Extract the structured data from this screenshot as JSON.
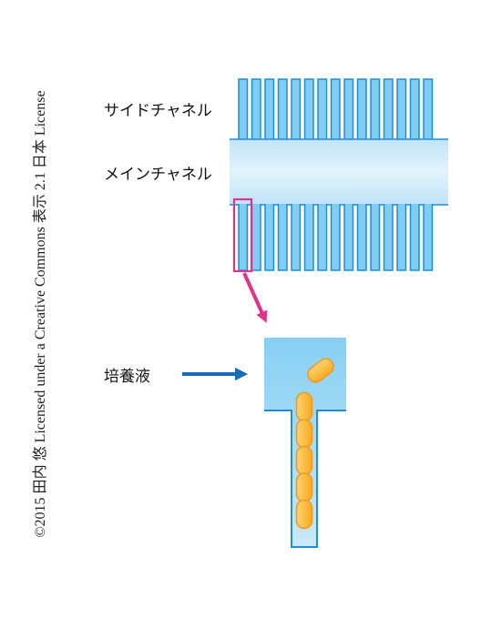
{
  "labels": {
    "side_channel": "サイドチャネル",
    "main_channel": "メインチャネル",
    "culture_medium": "培養液"
  },
  "credit": "©2015 田内 悠 Licensed under a Creative Commons 表示 2.1 日本 License",
  "colors": {
    "channel_fill": "#7fcdf4",
    "channel_outline": "#1f8fd0",
    "main_channel_fill": "#cbe9f8",
    "highlight": "#e0338c",
    "flow_arrow": "#1a6bb5",
    "cell_fill": "#fbbf43",
    "cell_outline": "#f39a1e"
  },
  "counts": {
    "side_channels_per_row": 15,
    "cells_in_channel": 6
  }
}
